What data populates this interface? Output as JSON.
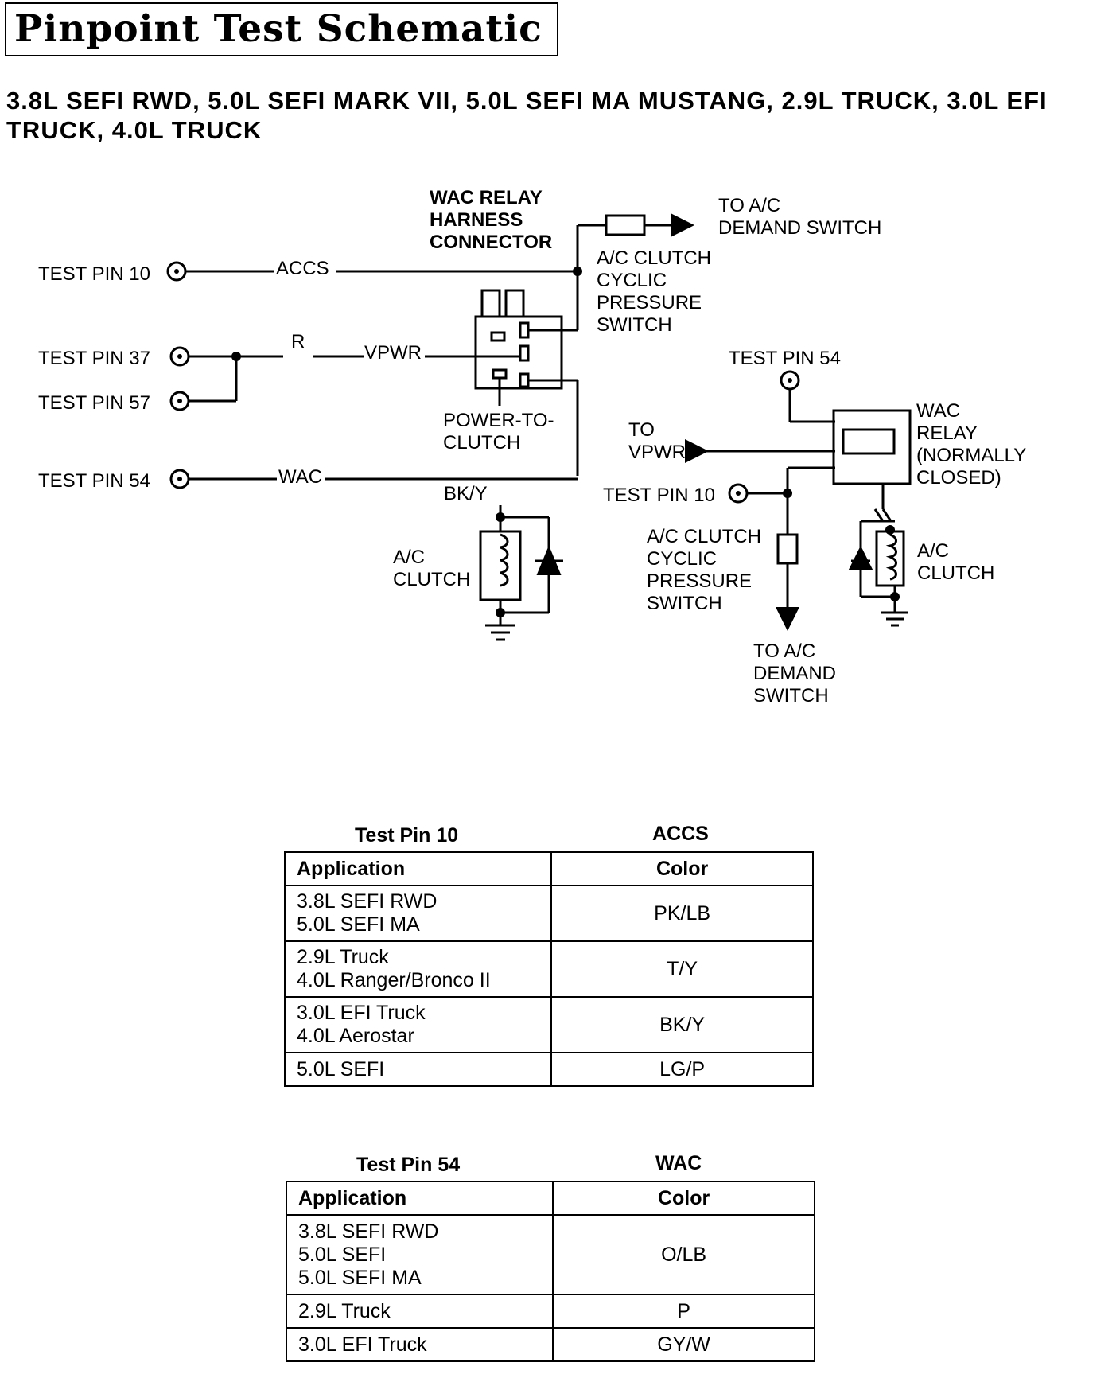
{
  "title": "Pinpoint Test Schematic",
  "subtitle": "3.8L SEFI RWD, 5.0L SEFI MARK VII, 5.0L SEFI MA MUSTANG, 2.9L TRUCK, 3.0L EFI TRUCK, 4.0L TRUCK",
  "schematic_left": {
    "relay_connector_label": [
      "WAC RELAY",
      "HARNESS",
      "CONNECTOR"
    ],
    "test_pin_10": "TEST PIN 10",
    "test_pin_37": "TEST PIN 37",
    "test_pin_57": "TEST PIN 57",
    "test_pin_54": "TEST PIN 54",
    "wire_accs": "ACCS",
    "wire_r": "R",
    "wire_vpwr": "VPWR",
    "wire_wac": "WAC",
    "wire_bky": "BK/Y",
    "to_demand_switch": [
      "TO A/C",
      "DEMAND SWITCH"
    ],
    "pressure_switch": [
      "A/C CLUTCH",
      "CYCLIC",
      "PRESSURE",
      "SWITCH"
    ],
    "power_to_clutch": [
      "POWER-TO-",
      "CLUTCH"
    ],
    "ac_clutch": [
      "A/C",
      "CLUTCH"
    ]
  },
  "schematic_right": {
    "test_pin_54": "TEST PIN 54",
    "test_pin_10": "TEST PIN 10",
    "to_vpwr": [
      "TO",
      "VPWR"
    ],
    "wac_relay": [
      "WAC",
      "RELAY",
      "(NORMALLY",
      "CLOSED)"
    ],
    "pressure_switch": [
      "A/C CLUTCH",
      "CYCLIC",
      "PRESSURE",
      "SWITCH"
    ],
    "ac_clutch": [
      "A/C",
      "CLUTCH"
    ],
    "to_demand_switch": [
      "TO A/C",
      "DEMAND",
      "SWITCH"
    ]
  },
  "table_pin10": {
    "caption_pin": "Test Pin 10",
    "caption_signal": "ACCS",
    "headers": [
      "Application",
      "Color"
    ],
    "rows": [
      {
        "apps": [
          "3.8L SEFI RWD",
          "5.0L SEFI MA"
        ],
        "color": "PK/LB"
      },
      {
        "apps": [
          "2.9L Truck",
          "4.0L Ranger/Bronco II"
        ],
        "color": "T/Y"
      },
      {
        "apps": [
          "3.0L EFI Truck",
          "4.0L Aerostar"
        ],
        "color": "BK/Y"
      },
      {
        "apps": [
          "5.0L SEFI"
        ],
        "color": "LG/P"
      }
    ]
  },
  "table_pin54": {
    "caption_pin": "Test Pin 54",
    "caption_signal": "WAC",
    "headers": [
      "Application",
      "Color"
    ],
    "rows": [
      {
        "apps": [
          "3.8L SEFI RWD",
          "5.0L SEFI",
          "5.0L SEFI MA"
        ],
        "color": "O/LB"
      },
      {
        "apps": [
          "2.9L Truck"
        ],
        "color": "P"
      },
      {
        "apps": [
          "3.0L EFI Truck"
        ],
        "color": "GY/W"
      }
    ]
  }
}
